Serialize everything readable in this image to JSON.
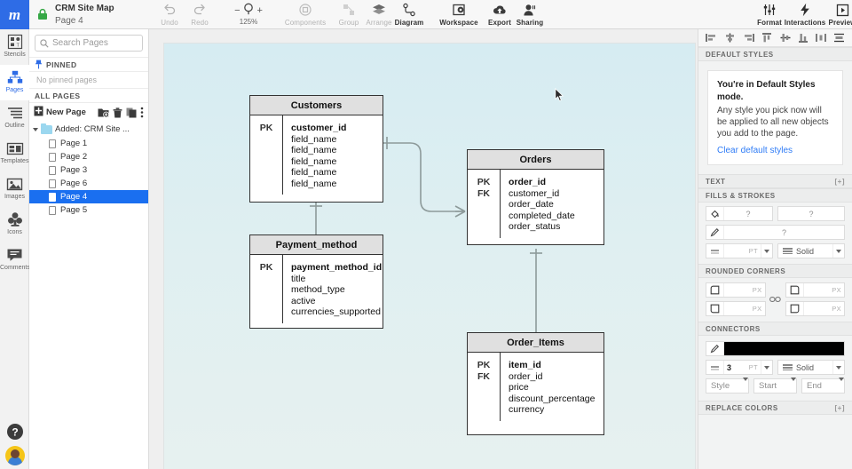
{
  "topbar": {
    "logo": "m",
    "lock_icon": "lock-icon",
    "title": "CRM Site Map",
    "subtitle": "Page 4",
    "undo": "Undo",
    "redo": "Redo",
    "zoom_minus": "−",
    "zoom_plus": "+",
    "zoom_level": "125%",
    "items": [
      {
        "label": "Components",
        "icon": "components-icon",
        "state": "dim"
      },
      {
        "label": "Group",
        "icon": "group-icon",
        "state": "dim"
      },
      {
        "label": "Arrange",
        "icon": "arrange-icon",
        "state": "dim"
      },
      {
        "label": "Diagram",
        "icon": "diagram-icon",
        "state": "strong"
      },
      {
        "label": "Workspace",
        "icon": "workspace-icon",
        "state": "strong"
      },
      {
        "label": "Export",
        "icon": "export-icon",
        "state": "strong"
      },
      {
        "label": "Sharing",
        "icon": "sharing-icon",
        "state": "strong"
      }
    ],
    "right_items": [
      {
        "label": "Format",
        "icon": "format-icon"
      },
      {
        "label": "Interactions",
        "icon": "interactions-icon"
      },
      {
        "label": "Preview",
        "icon": "preview-icon"
      }
    ]
  },
  "rail": {
    "items": [
      {
        "label": "Stencils",
        "icon": "stencils-icon",
        "active": false
      },
      {
        "label": "Pages",
        "icon": "pages-icon",
        "active": true
      },
      {
        "label": "Outline",
        "icon": "outline-icon",
        "active": false
      },
      {
        "label": "Templates",
        "icon": "templates-icon",
        "active": false
      },
      {
        "label": "Images",
        "icon": "images-icon",
        "active": false
      },
      {
        "label": "Icons",
        "icon": "icons-icon",
        "active": false
      },
      {
        "label": "Comments",
        "icon": "comments-icon",
        "active": false
      }
    ],
    "help_icon": "help-icon",
    "avatar": "user-avatar"
  },
  "pages_panel": {
    "search_placeholder": "Search Pages",
    "pinned_header": "PINNED",
    "pinned_empty": "No pinned pages",
    "all_pages_header": "ALL PAGES",
    "new_page_label": "New Page",
    "group_label": "Added: CRM Site ...",
    "pages": [
      {
        "label": "Page 1",
        "selected": false
      },
      {
        "label": "Page 2",
        "selected": false
      },
      {
        "label": "Page 3",
        "selected": false
      },
      {
        "label": "Page 6",
        "selected": false
      },
      {
        "label": "Page 4",
        "selected": true
      },
      {
        "label": "Page 5",
        "selected": false
      }
    ]
  },
  "diagram": {
    "tables": [
      {
        "name": "Customers",
        "keys": [
          "PK"
        ],
        "fields": [
          "customer_id",
          "field_name",
          "field_name",
          "field_name",
          "field_name",
          "field_name"
        ],
        "pk_count": 1
      },
      {
        "name": "Orders",
        "keys": [
          "PK",
          "FK"
        ],
        "fields": [
          "order_id",
          "customer_id",
          "order_date",
          "completed_date",
          "order_status"
        ],
        "pk_count": 1
      },
      {
        "name": "Payment_method",
        "keys": [
          "PK"
        ],
        "fields": [
          "payment_method_id",
          "title",
          "method_type",
          "active",
          "currencies_supported"
        ],
        "pk_count": 1
      },
      {
        "name": "Order_Items",
        "keys": [
          "PK",
          "FK"
        ],
        "fields": [
          "item_id",
          "order_id",
          "price",
          "discount_percentage",
          "currency"
        ],
        "pk_count": 1
      }
    ]
  },
  "right_panel": {
    "align_icons": [
      "align-left-icon",
      "align-center-h-icon",
      "align-right-icon",
      "align-top-icon",
      "align-middle-v-icon",
      "align-bottom-icon",
      "distribute-h-icon",
      "distribute-v-icon"
    ],
    "default_styles_header": "DEFAULT STYLES",
    "card_heading": "You're in Default Styles mode.",
    "card_body": "Any style you pick now will be applied to all new objects you add to the page.",
    "card_link": "Clear default styles",
    "text_header": "TEXT",
    "text_plus": "[+]",
    "fills_header": "FILLS & STROKES",
    "fill_icon": "fill-bucket-icon",
    "fill_value": "?",
    "fill_opacity": "?",
    "stroke_icon": "pencil-icon",
    "stroke_value": "?",
    "stroke_weight": "",
    "stroke_weight_unit": "PT",
    "stroke_style": "Solid",
    "rounded_header": "ROUNDED CORNERS",
    "corner_unit": "PX",
    "corner_link_icon": "link-icon",
    "connectors_header": "CONNECTORS",
    "connector_color": "#000000",
    "connector_weight": "3",
    "connector_weight_unit": "PT",
    "connector_style": "Solid",
    "connector_style_select": "Style",
    "connector_start": "Start",
    "connector_end": "End",
    "replace_colors_header": "REPLACE COLORS",
    "replace_plus": "[+]"
  }
}
